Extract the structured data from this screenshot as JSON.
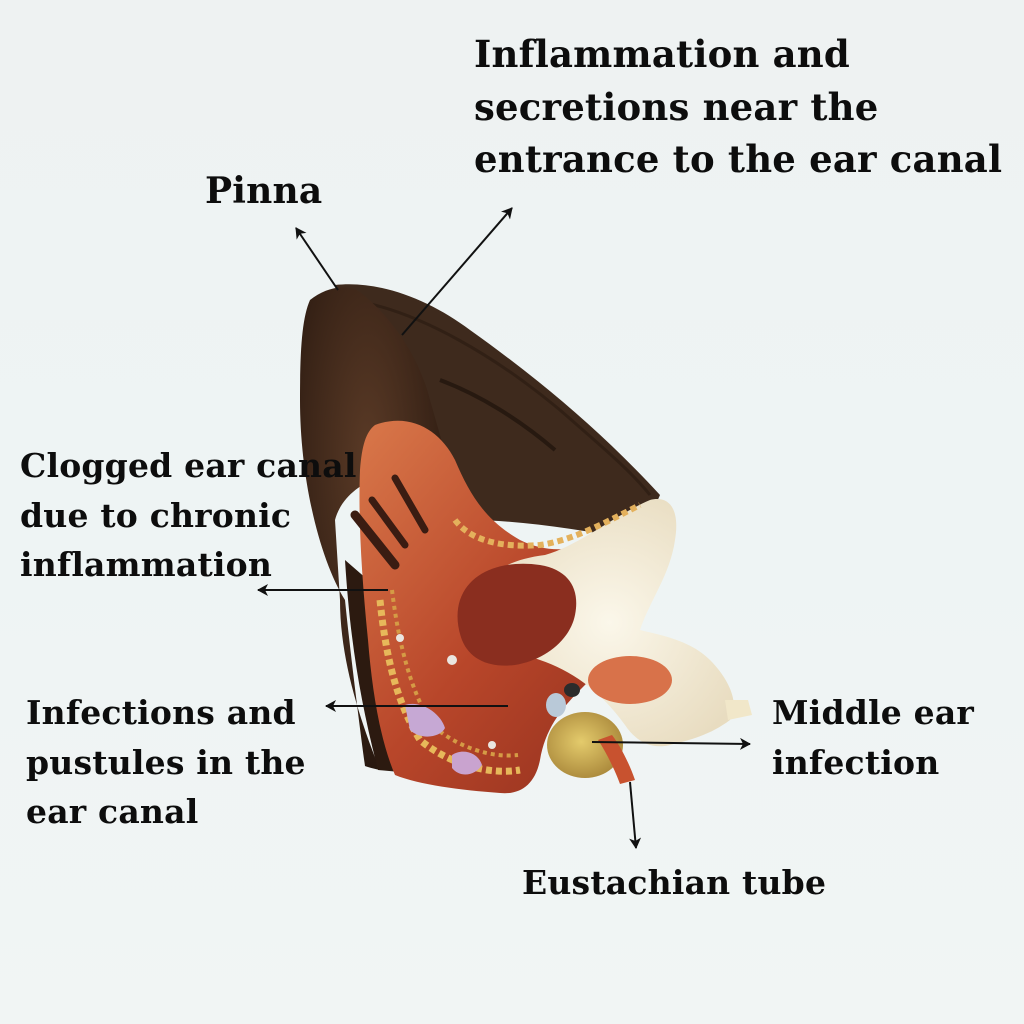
{
  "labels": {
    "inflammation": "Inflammation and\nsecretions near the\nentrance to the ear canal",
    "pinna": "Pinna",
    "clogged": "Clogged ear canal\ndue to chronic\ninflammation",
    "infections": "Infections and\npustules in the\near canal",
    "middle_ear": "Middle ear\ninfection",
    "eustachian": "Eustachian tube"
  },
  "colors": {
    "background": "#eef3f3",
    "pinna_dark": "#3a2418",
    "canal_red": "#b8462a",
    "cartilage_cream": "#f2ead6",
    "middle_ear_yellow": "#c9a94a",
    "label_text": "#0d0d0d"
  }
}
